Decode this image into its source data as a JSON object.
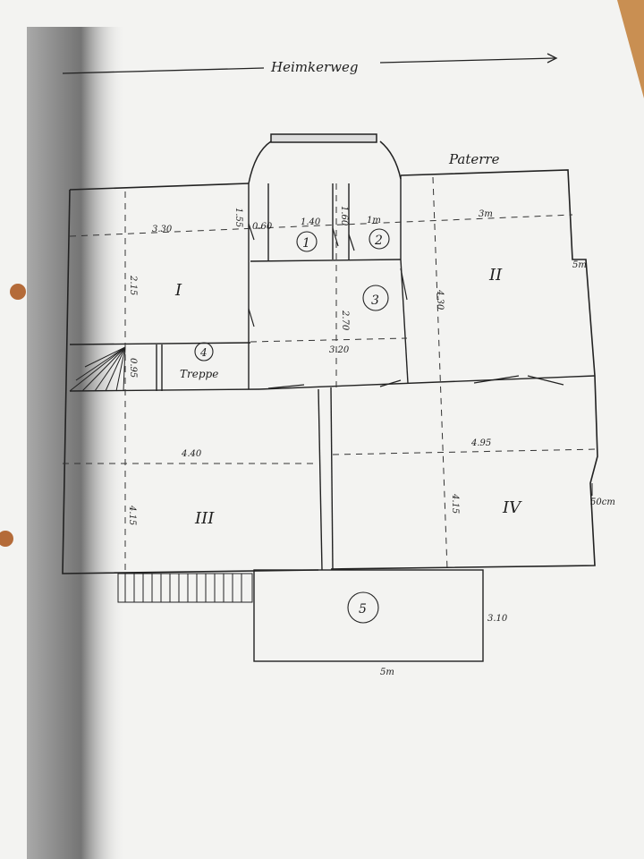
{
  "street": {
    "name": "Heimkerweg"
  },
  "floor": {
    "name": "Paterre"
  },
  "rooms": {
    "r1": {
      "roman": "I"
    },
    "r2": {
      "roman": "II"
    },
    "r3": {
      "roman": "III"
    },
    "r4": {
      "roman": "IV"
    },
    "c1": {
      "num": "1"
    },
    "c2": {
      "num": "2"
    },
    "c3": {
      "num": "3"
    },
    "c4": {
      "num": "4"
    },
    "c5": {
      "num": "5"
    },
    "stairs": {
      "label": "Treppe"
    }
  },
  "dims": {
    "d330": "3.30",
    "d060": "0.60",
    "d140": "1.40",
    "d1m": "1m",
    "d3m": "3m",
    "d5m_right": "5m",
    "d215": "2.15",
    "d155": "1.55",
    "d160": "1.60",
    "d270": "2.70",
    "d320": "3.20",
    "d430": "4.30",
    "d095": "0.95",
    "d440": "4.40",
    "d495": "4.95",
    "d415_left": "4.15",
    "d415_right": "4.15",
    "d50cm": "50cm",
    "d310": "3.10",
    "d5m_bottom": "5m"
  }
}
